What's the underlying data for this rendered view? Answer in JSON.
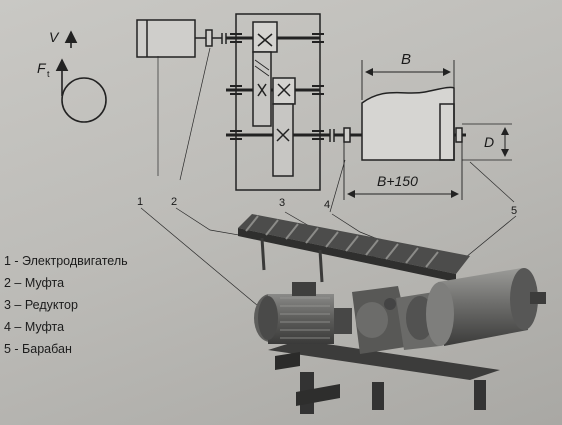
{
  "labels": {
    "velocity": "V",
    "force": "F",
    "force_sub": "t",
    "drum_length": "B",
    "total_length": "B+150",
    "diameter": "D"
  },
  "callouts": [
    "1",
    "2",
    "3",
    "4",
    "5"
  ],
  "legend": [
    "1 - Электродвигатель",
    "2 – Муфта",
    "3 – Редуктор",
    "4 – Муфта",
    "5 - Барабан"
  ]
}
